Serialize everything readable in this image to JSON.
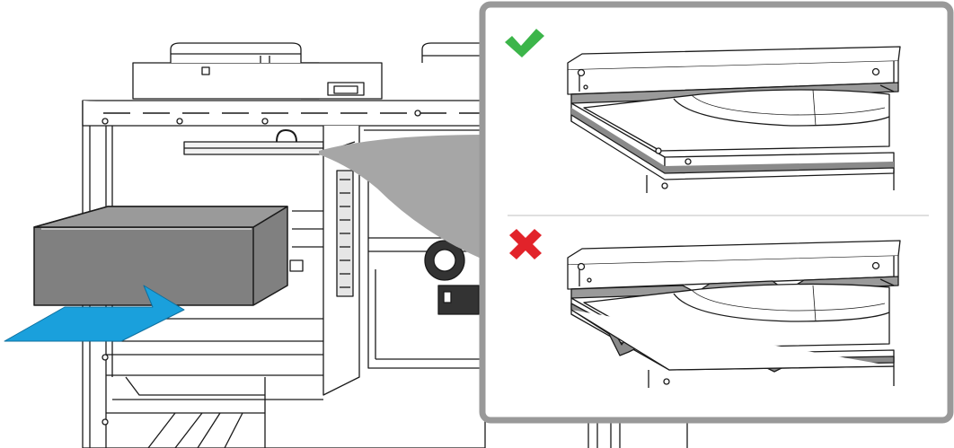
{
  "illustration": {
    "subject": "ventilation-unit-filter-installation",
    "main_view": {
      "filter_color": "#808080",
      "arrow_color": "#1aa0dc",
      "line_color": "#1a1a1a"
    },
    "inset_panel": {
      "background": "#ffffff",
      "border_color": "#999999",
      "connector_color": "#a6a6a6",
      "correct_example": {
        "marker_icon": "check-mark-icon",
        "marker_color": "#3cb54a",
        "filter_frame_state": "seal-flat"
      },
      "incorrect_example": {
        "marker_icon": "cross-mark-icon",
        "marker_color": "#e2232a",
        "filter_frame_state": "seal-deformed"
      }
    }
  }
}
